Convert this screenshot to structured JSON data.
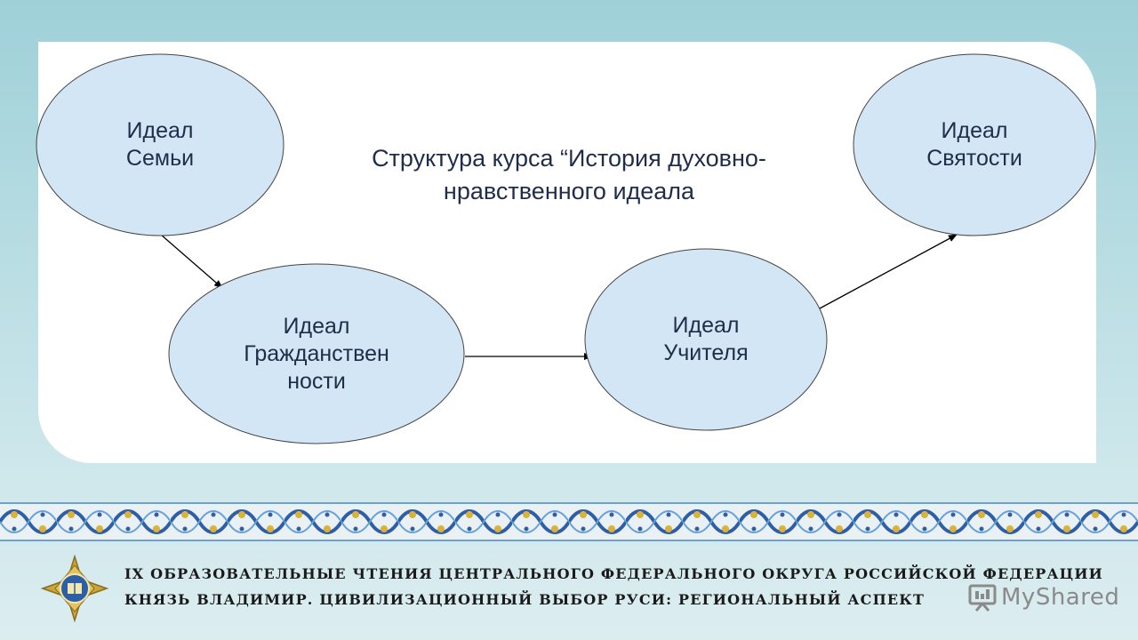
{
  "diagram": {
    "title": "Структура курса “История духовно-\nнравственного идеала",
    "nodes": [
      {
        "id": "family",
        "label": "Идеал\nСемьи"
      },
      {
        "id": "citizenship",
        "label": "Идеал\nГражданствен\nности"
      },
      {
        "id": "teacher",
        "label": "Идеал\nУчителя"
      },
      {
        "id": "holiness",
        "label": "Идеал\nСвятости"
      }
    ],
    "edges": [
      {
        "from": "family",
        "to": "citizenship"
      },
      {
        "from": "citizenship",
        "to": "teacher"
      },
      {
        "from": "teacher",
        "to": "holiness"
      }
    ],
    "colors": {
      "node_fill": "#d2e6f5",
      "node_stroke": "#444444",
      "text": "#1f2d4a",
      "arrow": "#000000"
    }
  },
  "footer": {
    "line1": "IX ОБРАЗОВАТЕЛЬНЫЕ ЧТЕНИЯ ЦЕНТРАЛЬНОГО ФЕДЕРАЛЬНОГО ОКРУГА РОССИЙСКОЙ ФЕДЕРАЦИИ",
    "line2": "КНЯЗЬ ВЛАДИМИР. ЦИВИЛИЗАЦИОННЫЙ ВЫБОР РУСИ: РЕГИОНАЛЬНЫЙ АСПЕКТ",
    "emblem_icon": "emblem-icon"
  },
  "watermark": {
    "text": "MyShared",
    "icon": "presentation-icon"
  }
}
